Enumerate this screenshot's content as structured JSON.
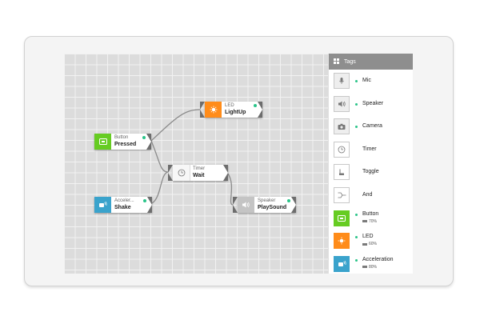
{
  "colors": {
    "green": "#66cc22",
    "orange": "#ff8c1a",
    "blue": "#3aa3cc",
    "gray_icon": "#c4c4c4",
    "status": "#2ac489"
  },
  "canvas": {
    "nodes": [
      {
        "id": "button",
        "type": "Button",
        "action": "Pressed",
        "icon": "button-icon",
        "color": "green"
      },
      {
        "id": "led",
        "type": "LED",
        "action": "LightUp",
        "icon": "led-icon",
        "color": "orange"
      },
      {
        "id": "timer",
        "type": "Timer",
        "action": "Wait",
        "icon": "timer-icon",
        "color": "white"
      },
      {
        "id": "accel",
        "type": "Acceler...",
        "action": "Shake",
        "icon": "acceleration-icon",
        "color": "blue"
      },
      {
        "id": "speaker",
        "type": "Speaker",
        "action": "PlaySound",
        "icon": "speaker-icon",
        "color": "gray"
      }
    ],
    "connections": [
      [
        "button",
        "led"
      ],
      [
        "button",
        "timer"
      ],
      [
        "accel",
        "timer"
      ],
      [
        "timer",
        "speaker"
      ]
    ]
  },
  "sidebar": {
    "header": "Tags",
    "items": [
      {
        "label": "Mic",
        "icon": "mic-icon",
        "dot": true
      },
      {
        "label": "Speaker",
        "icon": "speaker-icon",
        "dot": true
      },
      {
        "label": "Camera",
        "icon": "camera-icon",
        "dot": true
      },
      {
        "label": "Timer",
        "icon": "timer-icon",
        "dot": false
      },
      {
        "label": "Toggle",
        "icon": "toggle-icon",
        "dot": false
      },
      {
        "label": "And",
        "icon": "and-icon",
        "dot": false
      },
      {
        "label": "Button",
        "icon": "button-icon",
        "dot": true,
        "battery": "70%"
      },
      {
        "label": "LED",
        "icon": "led-icon",
        "dot": true,
        "battery": "60%"
      },
      {
        "label": "Acceleration",
        "icon": "acceleration-icon",
        "dot": true,
        "battery": "80%"
      }
    ]
  }
}
